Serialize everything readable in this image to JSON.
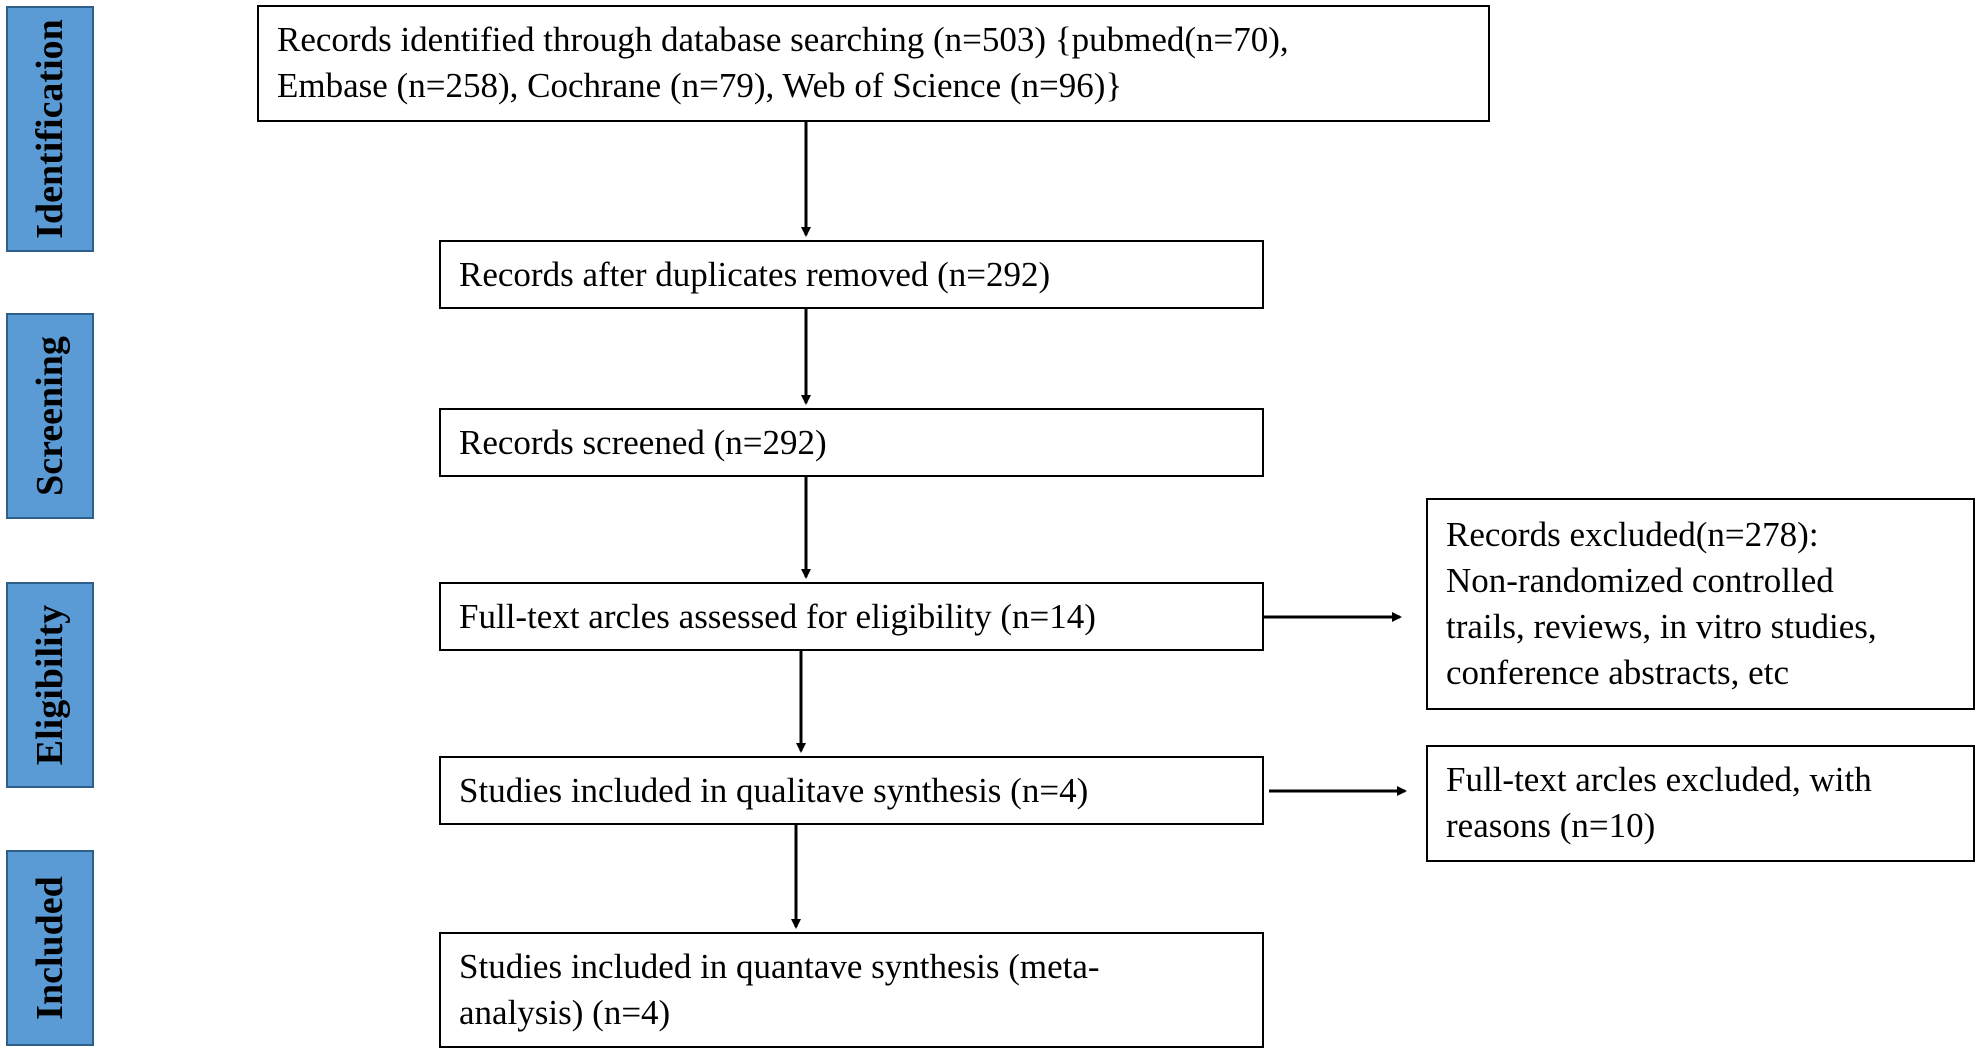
{
  "stages": [
    {
      "id": "identification",
      "label": "Identification"
    },
    {
      "id": "screening",
      "label": "Screening"
    },
    {
      "id": "eligibility",
      "label": "Eligibility"
    },
    {
      "id": "included",
      "label": "Included"
    }
  ],
  "boxes": {
    "identified": "Records identified through database searching (n=503) {pubmed(n=70),\nEmbase (n=258), Cochrane (n=79), Web of Science (n=96)}",
    "duplicates_removed": "Records after duplicates removed (n=292)",
    "screened": "Records screened (n=292)",
    "full_text_assessed": "Full-text arcles assessed  for eligibility (n=14)",
    "qualitative": "Studies included in  qualitave synthesis (n=4)",
    "quantitative": "Studies included in  quantave synthesis  (meta-\nanalysis) (n=4)",
    "records_excluded": "Records excluded(n=278):\nNon-randomized controlled\ntrails, reviews, in vitro studies,\nconference abstracts, etc",
    "full_text_excluded": "Full-text arcles excluded,  with\nreasons (n=10)"
  },
  "colors": {
    "stage_fill": "#5b9bd5",
    "stage_border": "#2e5f8a",
    "box_border": "#000000",
    "arrow": "#000000"
  }
}
